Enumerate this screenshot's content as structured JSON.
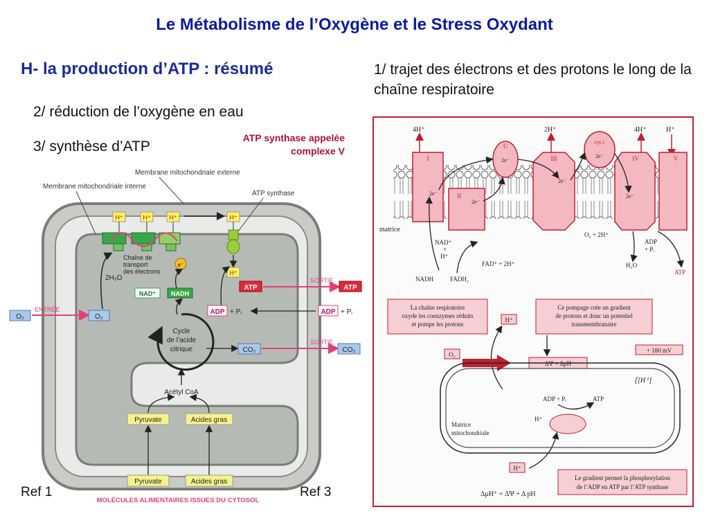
{
  "slide": {
    "title": "Le Métabolisme de l’Oxygène et le Stress Oxydant",
    "section": "H- la production d’ATP : résumé",
    "point1": "1/ trajet des électrons et des protons le long de la chaîne respiratoire",
    "point2": "2/ réduction de l’oxygène en eau",
    "point3": "3/ synthèse d’ATP",
    "atp_note_line1": "ATP synthase appelée",
    "atp_note_line2": "complexe V",
    "ref1": "Ref 1",
    "ref3": "Ref 3"
  },
  "left_diagram": {
    "outer_membrane": "Membrane mitochondriale externe",
    "inner_membrane": "Membrane mitochondriale interne",
    "atp_synthase": "ATP synthase",
    "h_plus": "H⁺",
    "chain_line1": "Chaîne de",
    "chain_line2": "transport",
    "chain_line3": "des électrons",
    "electron": "e⁻",
    "water": "2H₂O",
    "nad": "NAD⁺",
    "nadh": "NADH",
    "atp": "ATP",
    "adp": "ADP",
    "pi": "+ Pᵢ",
    "o2": "O₂",
    "co2": "CO₂",
    "entree": "ENTRÉE",
    "sortie": "SORTIE",
    "cycle_line1": "Cycle",
    "cycle_line2": "de l’acide",
    "cycle_line3": "citrique",
    "acetyl": "Acétyl CoA",
    "pyruvate": "Pyruvate",
    "acides_gras": "Acides gras",
    "molecules": "MOLÉCULES ALIMENTAIRES ISSUES DU CYTOSOL"
  },
  "right_diagram": {
    "h4_left": "4H⁺",
    "h2": "2H⁺",
    "h4_right": "4H⁺",
    "h_plus": "H⁺",
    "complex_I": "I",
    "complex_II": "II",
    "complex_III": "III",
    "complex_IV": "IV",
    "complex_V": "V",
    "u": "U",
    "cyt_c": "cyt c",
    "two_e": "2e⁻",
    "matrice": "matrice",
    "nad_plus": "NAD⁺",
    "plus": "+",
    "nadh": "NADH",
    "fad_2h": "FAD⁺ + 2H⁺",
    "fadh2": "FADH₂",
    "o2_2h": "O₂ + 2H⁺",
    "h2o": "H₂O",
    "adp": "ADP",
    "pi": "+ Pᵢ",
    "atp": "ATP",
    "box1_line1": "La chaîne respiratoire",
    "box1_line2": "oxyde les coenzymes réduits",
    "box1_line3": "et pompe les protons",
    "box2_line1": "Ce pompage crée un gradient",
    "box2_line2": "de protons et donc un potentiel",
    "box2_line3": "transmembranaire",
    "voltage": "+ 180 mV",
    "o2": "O₂",
    "delta_psi": "ΔΨ + ΔpH",
    "h_ratio": "⟦[H⁺]",
    "adp_pi": "ADP + Pᵢ",
    "matrice_line1": "Matrice",
    "matrice_line2": "mitochondriale",
    "box3_line1": "Le gradient permet la phosphorylation",
    "box3_line2": "de l’ADP en ATP par l’ATP synthase",
    "formula": "ΔμH⁺ = ΔΨ + Δ pH"
  }
}
